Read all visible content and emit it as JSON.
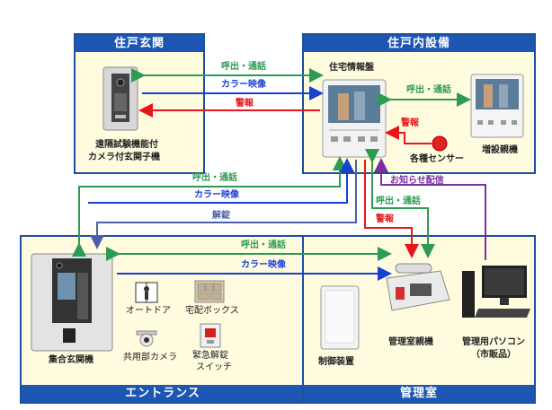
{
  "panels": {
    "entrance_door": "住戸玄関",
    "residence": "住戸内設備",
    "common_entrance": "エントランス",
    "management": "管理室"
  },
  "devices": {
    "door_station": [
      "遠隔試験機能付",
      "カメラ付玄関子機"
    ],
    "info_panel": "住宅情報盤",
    "extension": "増設親機",
    "sensors": "各種センサー",
    "lobby_station": "集合玄関機",
    "auto_door": "オートドア",
    "delivery_box": "宅配ボックス",
    "common_camera": "共用部カメラ",
    "emergency_switch": [
      "緊急解錠",
      "スイッチ"
    ],
    "controller": "制御装置",
    "manager_console": "管理室親機",
    "manager_pc": [
      "管理用パソコン",
      "（市販品）"
    ]
  },
  "flows": {
    "call": "呼出・通話",
    "color_video": "カラー映像",
    "alarm": "警報",
    "unlock": "解錠",
    "notice": "お知らせ配信"
  },
  "colors": {
    "call": "#2e9a53",
    "video": "#1a3fd4",
    "alarm": "#e8161a",
    "unlock": "#4d5fa8",
    "notice": "#7a2ea2",
    "panel_header": "#1d56b3",
    "panel_bg": "#fffbdf"
  }
}
